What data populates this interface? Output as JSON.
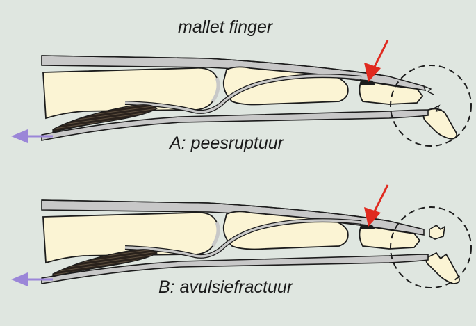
{
  "title": "mallet finger",
  "panels": [
    {
      "id": "a",
      "label": "A: peesruptuur"
    },
    {
      "id": "b",
      "label": "B: avulsiefractuur"
    }
  ],
  "colors": {
    "background": "#dfe6e0",
    "bone": "#fbf4d4",
    "tendon": "#c8c8c8",
    "outline": "#1c1c1c",
    "injury_arrow": "#e02a1f",
    "pull_arrow": "#9b86d8",
    "muscle": "#3a3028"
  }
}
